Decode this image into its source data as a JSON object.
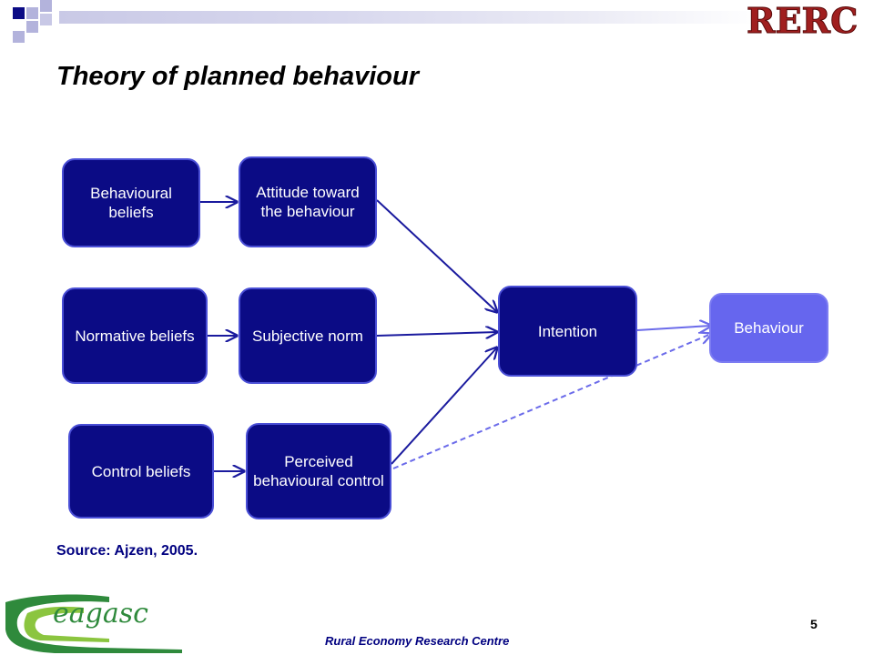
{
  "header": {
    "logo_text": "RERC",
    "colors": {
      "dark_square": "#0b0b85",
      "light_square": "#b3b3dc",
      "band": "#c9c9e6"
    }
  },
  "title": "Theory of planned behaviour",
  "diagram": {
    "nodes": {
      "behavioural_beliefs": "Behavioural beliefs",
      "attitude": "Attitude toward the behaviour",
      "normative_beliefs": "Normative beliefs",
      "subjective_norm": "Subjective norm",
      "control_beliefs": "Control beliefs",
      "perceived_control": "Perceived behavioural control",
      "intention": "Intention",
      "behaviour": "Behaviour"
    },
    "edges": [
      {
        "from": "Behavioural beliefs",
        "to": "Attitude toward the behaviour",
        "style": "solid"
      },
      {
        "from": "Normative beliefs",
        "to": "Subjective norm",
        "style": "solid"
      },
      {
        "from": "Control beliefs",
        "to": "Perceived behavioural control",
        "style": "solid"
      },
      {
        "from": "Attitude toward the behaviour",
        "to": "Intention",
        "style": "solid"
      },
      {
        "from": "Subjective norm",
        "to": "Intention",
        "style": "solid"
      },
      {
        "from": "Perceived behavioural control",
        "to": "Intention",
        "style": "solid"
      },
      {
        "from": "Intention",
        "to": "Behaviour",
        "style": "solid"
      },
      {
        "from": "Perceived behavioural control",
        "to": "Behaviour",
        "style": "dashed"
      }
    ],
    "colors": {
      "box": "#0b0b85",
      "box_light": "#6666ee",
      "arrow": "#1a1a9e",
      "arrow_light": "#6b6bea"
    }
  },
  "source": "Source: Ajzen, 2005.",
  "footer": {
    "centre_text": "Rural Economy Research Centre",
    "page_number": "5",
    "logo_text": "eagasc"
  }
}
